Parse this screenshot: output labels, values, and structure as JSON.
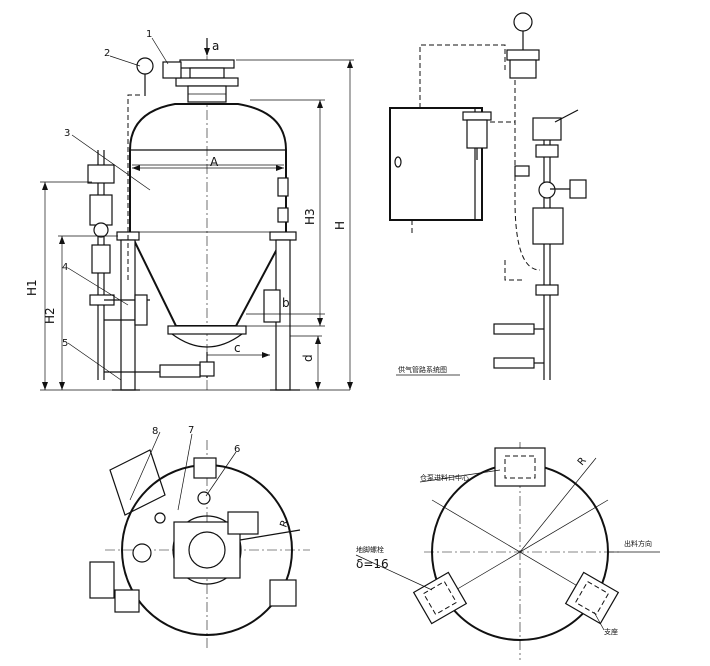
{
  "part_numbers": [
    "1",
    "2",
    "3",
    "4",
    "5",
    "6",
    "7",
    "8"
  ],
  "dimensions": {
    "a": "a",
    "b": "b",
    "c": "c",
    "d": "d",
    "A": "A",
    "H": "H",
    "H1": "H1",
    "H2": "H2",
    "H3": "H3",
    "R": "R"
  },
  "panel_title": "供气管路系统图",
  "bolt_hole_label": "地脚螺栓",
  "thickness_label": "δ=16",
  "center_label": "仓泵进料口中心",
  "outlet_label": "出料方向",
  "support_label": "支座"
}
